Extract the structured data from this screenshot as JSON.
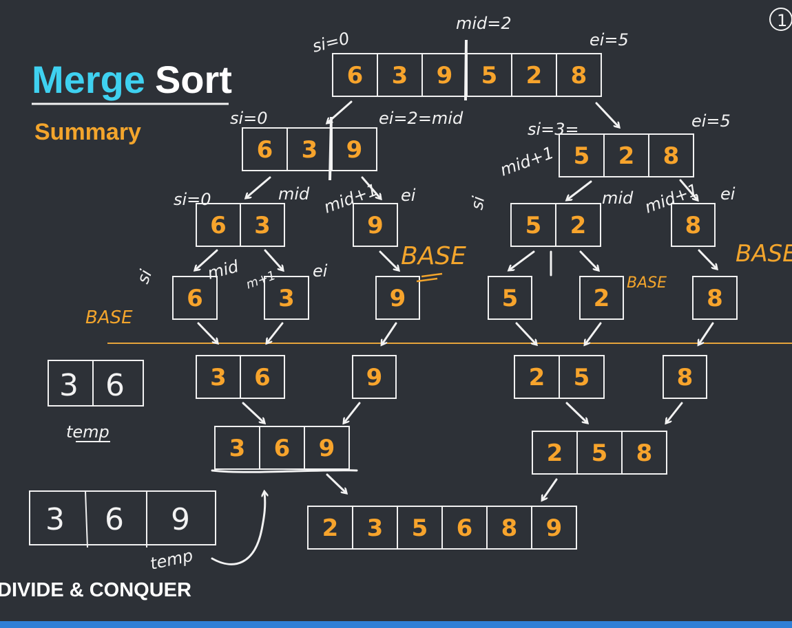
{
  "title": {
    "merge": "Merge",
    "sort": "Sort"
  },
  "subtitle": "Summary",
  "footer": "DIVIDE & CONQUER",
  "colors": {
    "background": "#2d3137",
    "accent_title": "#3fd1f0",
    "accent_numbers": "#f7a42c",
    "divider": "#e7a43b",
    "ink": "#f2f2f2"
  },
  "arrays": {
    "root": [
      "6",
      "3",
      "9",
      "5",
      "2",
      "8"
    ],
    "left": [
      "6",
      "3",
      "9"
    ],
    "right": [
      "5",
      "2",
      "8"
    ],
    "ll": [
      "6",
      "3"
    ],
    "lr": [
      "9"
    ],
    "rl": [
      "5",
      "2"
    ],
    "rr": [
      "8"
    ],
    "b1": [
      "6"
    ],
    "b2": [
      "3"
    ],
    "b3": [
      "9"
    ],
    "b4": [
      "5"
    ],
    "b5": [
      "2"
    ],
    "b6": [
      "8"
    ],
    "m1": [
      "3",
      "6"
    ],
    "m2": [
      "9"
    ],
    "m3": [
      "2",
      "5"
    ],
    "m4": [
      "8"
    ],
    "m5": [
      "3",
      "6",
      "9"
    ],
    "m6": [
      "2",
      "5",
      "8"
    ],
    "final": [
      "2",
      "3",
      "5",
      "6",
      "8",
      "9"
    ]
  },
  "temps": {
    "small": [
      "3",
      "6"
    ],
    "large": [
      "3",
      "6",
      "9"
    ]
  },
  "annotations": {
    "si0_top": "si=0",
    "mid2_top": "mid=2",
    "ei5_top": "ei=5",
    "si0_left": "si=0",
    "ei2mid": "ei=2=mid",
    "si3": "si=3=",
    "ei5_right": "ei=5",
    "midp1_right": "mid+1",
    "si0_ll": "si=0",
    "mid_l": "mid",
    "midp1_l": "mid+1",
    "ei_l": "ei",
    "si_rl": "si",
    "mid_r": "mid",
    "midp1_r": "mid+1",
    "ei_r": "ei",
    "si_b": "si",
    "mid_b": "mid",
    "midp1_b": "m+1",
    "ei_b": "ei",
    "base1": "BASE",
    "base2": "BASE",
    "base3": "BASE",
    "base4": "BASE",
    "temp_small": "temp",
    "temp_large": "temp",
    "page_no": "1"
  }
}
